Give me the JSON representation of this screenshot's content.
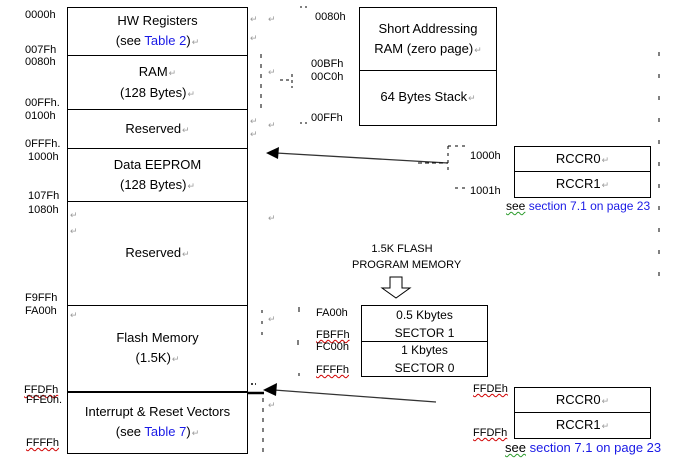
{
  "main_map": {
    "blocks": [
      {
        "lines": [
          "HW Registers",
          "(see |Table 2|)"
        ],
        "start": "0000h",
        "end": "007Fh"
      },
      {
        "lines": [
          "RAM",
          "(128 Bytes)"
        ],
        "start": "0080h",
        "end": "00FFh"
      },
      {
        "lines": [
          "Reserved"
        ],
        "start": "0100h",
        "end": "0FFFh"
      },
      {
        "lines": [
          "Data EEPROM",
          "(128 Bytes)"
        ],
        "start": "1000h",
        "end": "107Fh"
      },
      {
        "lines": [
          "Reserved"
        ],
        "start": "1080h",
        "end": "F9FFh"
      },
      {
        "lines": [
          "Flash Memory",
          "(1.5K)"
        ],
        "start": "FA00h",
        "end": "FFDFh"
      },
      {
        "lines": [
          "Interrupt & Reset Vectors",
          "(see |Table 7|)"
        ],
        "start": "FFE0h",
        "end": "FFFFh"
      }
    ],
    "hw_registers": {
      "title": "HW Registers",
      "see_prefix": "(see ",
      "link": "Table 2",
      "see_suffix": ")"
    },
    "ram": {
      "title": "RAM",
      "size": "(128 Bytes)"
    },
    "reserved1": {
      "title": "Reserved"
    },
    "eeprom": {
      "title": "Data EEPROM",
      "size": "(128 Bytes)"
    },
    "reserved2": {
      "title": "Reserved"
    },
    "flash": {
      "title": "Flash Memory",
      "size": "(1.5K)"
    },
    "vectors": {
      "title": "Interrupt & Reset Vectors",
      "see_prefix": "(see ",
      "link": "Table 7",
      "see_suffix": ")"
    },
    "addresses": {
      "a0000": "0000h",
      "a007F": "007Fh",
      "a0080": "0080h",
      "a00FF": "00FFh.",
      "a0100": "0100h",
      "a0FFF": "0FFFh.",
      "a1000": "1000h",
      "a107F": "107Fh",
      "a1080": "1080h",
      "aF9FF": "F9FFh",
      "aFA00": "FA00h",
      "aFFDF": "FFDFh",
      "aFFE0": "FFE0h.",
      "aFFFF": "FFFFh"
    }
  },
  "ram_detail": {
    "zero_page": {
      "line1": "Short Addressing",
      "line2": "RAM (zero page)"
    },
    "stack": {
      "title": "64 Bytes Stack"
    },
    "addresses": {
      "a0080": "0080h",
      "a00BF": "00BFh",
      "a00C0": "00C0h",
      "a00FF": "00FFh"
    }
  },
  "rccr_top": {
    "r0": "RCCR0",
    "r1": "RCCR1",
    "addr0": "1000h",
    "addr1": "1001h",
    "see": "see",
    "link": "section 7.1 on page 23"
  },
  "flash_detail": {
    "title_line1": "1.5K FLASH",
    "title_line2": "PROGRAM MEMORY",
    "sector1": {
      "size": "0.5 Kbytes",
      "name": "SECTOR 1"
    },
    "sector0": {
      "size": "1 Kbytes",
      "name": "SECTOR 0"
    },
    "addresses": {
      "aFA00": "FA00h",
      "aFBFF": "FBFFh",
      "aFC00": "FC00h",
      "aFFFF": "FFFFh"
    }
  },
  "rccr_bottom": {
    "r0": "RCCR0",
    "r1": "RCCR1",
    "addr0": "FFDEh",
    "addr1": "FFDFh",
    "see": "see",
    "link": "section 7.1 on page 23"
  },
  "colors": {
    "link": "#1a1ae6",
    "spell_squiggle": "#d00000",
    "border": "#000000"
  }
}
